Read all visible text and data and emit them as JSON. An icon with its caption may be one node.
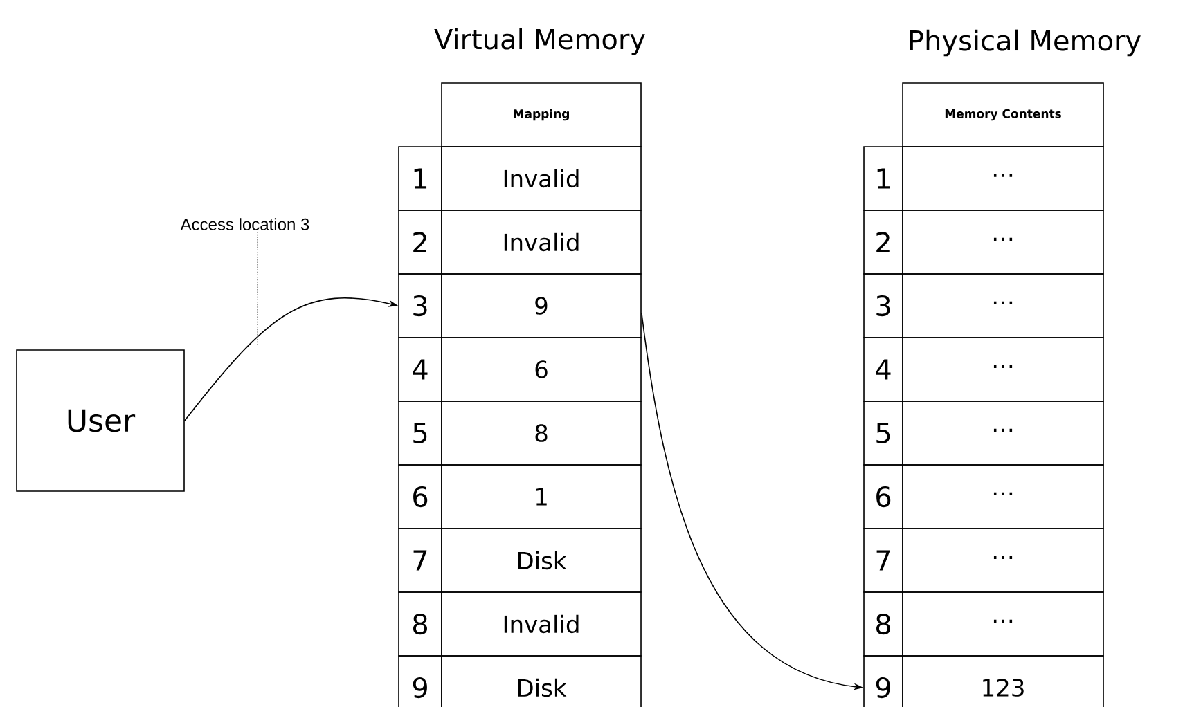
{
  "diagram": {
    "nodes": [
      {
        "text": [
          "User"
        ]
      },
      {
        "text": [
          "Access location 3"
        ]
      },
      {
        "text": [
          "Mapping"
        ]
      },
      {
        "text": [
          "1"
        ]
      },
      {
        "text": [
          "Invalid"
        ]
      },
      {
        "text": [
          "2"
        ]
      },
      {
        "text": [
          "Invalid"
        ]
      },
      {
        "text": [
          "3"
        ]
      },
      {
        "text": [
          "9"
        ]
      },
      {
        "text": [
          "4"
        ]
      },
      {
        "text": [
          "6"
        ]
      },
      {
        "text": [
          "5"
        ]
      },
      {
        "text": [
          "8"
        ]
      },
      {
        "text": [
          "6"
        ]
      },
      {
        "text": [
          "1"
        ]
      },
      {
        "text": [
          "7"
        ]
      },
      {
        "text": [
          "Disk"
        ]
      },
      {
        "text": [
          "8"
        ]
      },
      {
        "text": [
          "Invalid"
        ]
      },
      {
        "text": [
          "9"
        ]
      },
      {
        "text": [
          "Disk"
        ]
      },
      {
        "text": [
          "Memory Contents"
        ]
      },
      {
        "text": [
          "1"
        ]
      },
      {
        "text": [
          "⋯"
        ]
      },
      {
        "text": [
          "2"
        ]
      },
      {
        "text": [
          "⋯"
        ]
      },
      {
        "text": [
          "3"
        ]
      },
      {
        "text": [
          "⋯"
        ]
      },
      {
        "text": [
          "4"
        ]
      },
      {
        "text": [
          "⋯"
        ]
      },
      {
        "text": [
          "5"
        ]
      },
      {
        "text": [
          "⋯"
        ]
      },
      {
        "text": [
          "6"
        ]
      },
      {
        "text": [
          "⋯"
        ]
      },
      {
        "text": [
          "7"
        ]
      },
      {
        "text": [
          "⋯"
        ]
      },
      {
        "text": [
          "8"
        ]
      },
      {
        "text": [
          "⋯"
        ]
      },
      {
        "text": [
          "9"
        ]
      },
      {
        "text": [
          "123"
        ]
      }
    ],
    "edges": [
      {
        "from": 0,
        "to": 7,
        "arrow": "to"
      },
      {
        "from": 8,
        "to": 38,
        "arrow": "to"
      },
      {
        "from": 1,
        "to": null,
        "arrow": "none",
        "style": "dashed",
        "color": "#808080"
      }
    ],
    "labels": [
      "Virtual Memory",
      "Physical Memory"
    ]
  }
}
